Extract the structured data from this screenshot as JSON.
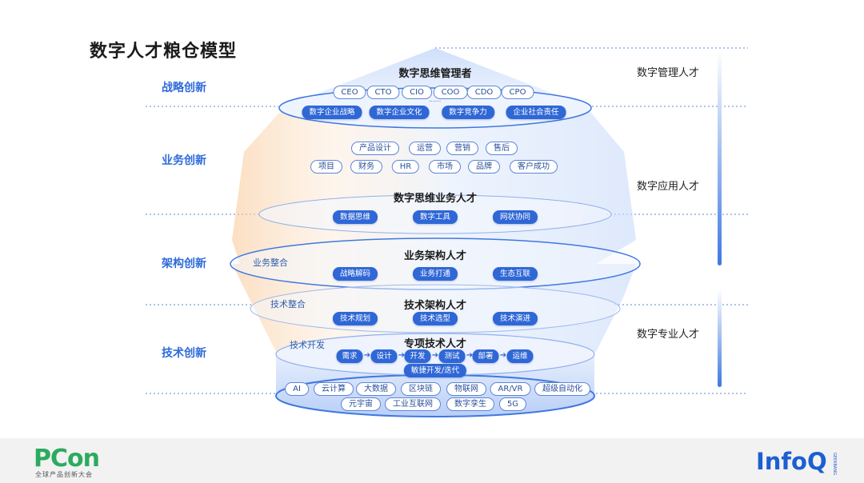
{
  "title": "数字人才粮仓模型",
  "left_labels": [
    "战略创新",
    "业务创新",
    "架构创新",
    "技术创新"
  ],
  "right_labels": [
    "数字管理人才",
    "数字应用人才",
    "数字专业人才"
  ],
  "strategy": {
    "title": "数字思维管理者",
    "roles": [
      "CEO",
      "CTO",
      "CIO",
      "COO",
      "CDO",
      "CPO"
    ],
    "ellipsis": "......",
    "chips": [
      "数字企业战略",
      "数字企业文化",
      "数字竞争力",
      "企业社会责任"
    ]
  },
  "business_tags_row1": [
    "产品设计",
    "运营",
    "营销",
    "售后"
  ],
  "business_tags_row2": [
    "项目",
    "财务",
    "HR",
    "市场",
    "品牌",
    "客户成功"
  ],
  "business_talent": {
    "title": "数字思维业务人才",
    "chips": [
      "数据思维",
      "数字工具",
      "网状协同"
    ]
  },
  "arch_business": {
    "title": "业务架构人才",
    "ghost": "业务整合",
    "chips": [
      "战略解码",
      "业务打通",
      "生态互联"
    ]
  },
  "arch_tech": {
    "title": "技术架构人才",
    "ghost": "技术整合",
    "chips": [
      "技术规划",
      "技术选型",
      "技术演进"
    ]
  },
  "specialist": {
    "title": "专项技术人才",
    "ghost": "技术开发",
    "flow": [
      "需求",
      "设计",
      "开发",
      "测试",
      "部署",
      "运维"
    ],
    "agile": "敏捷开发/迭代"
  },
  "tech_row1": [
    "AI",
    "云计算",
    "大数据",
    "区块链",
    "物联网",
    "AR/VR",
    "超级自动化"
  ],
  "tech_row2": [
    "元宇宙",
    "工业互联网",
    "数字孪生",
    "5G"
  ],
  "footer": {
    "pcon": "PCon",
    "pcon_sub": "全球产品创新大会",
    "infoq": "InfoQ",
    "infoq_small": "GEEKBANG"
  },
  "colors": {
    "primary": "#2f67d6",
    "accent_orange": "#f6c58f",
    "side_label": "#2f6bd9",
    "pcon_green": "#2bab5e",
    "infoq_blue": "#1d5fd1"
  }
}
